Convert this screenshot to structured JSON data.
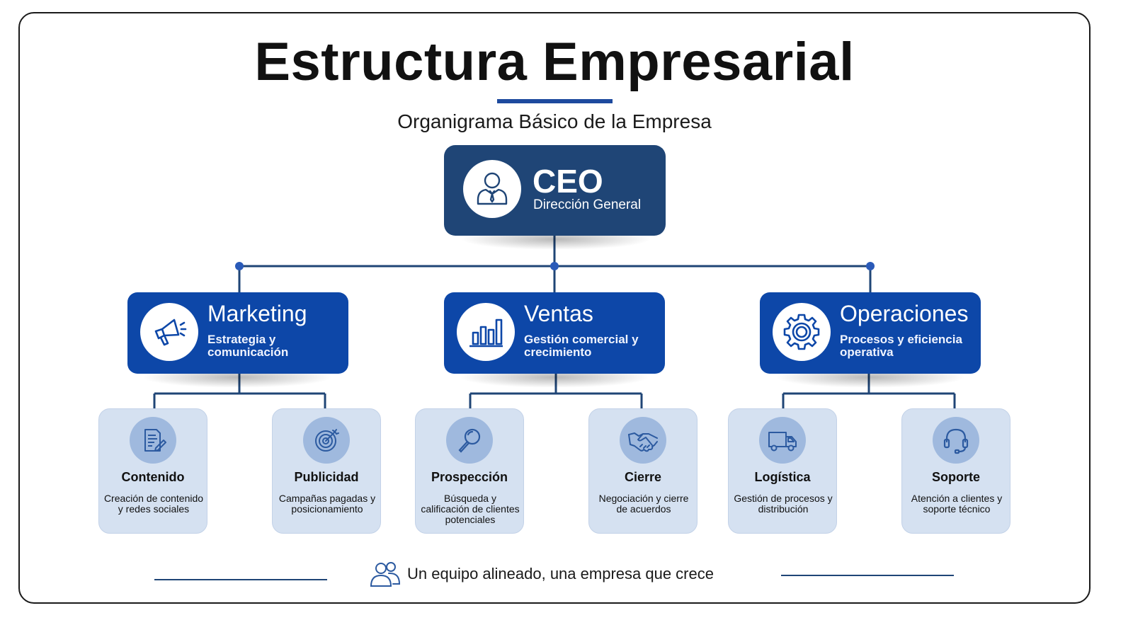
{
  "header": {
    "title": "Estructura Empresarial",
    "subtitle": "Organigrama Básico de la Empresa"
  },
  "ceo": {
    "title": "CEO",
    "subtitle": "Dirección General",
    "icon": "executive-icon"
  },
  "departments": [
    {
      "title": "Marketing",
      "subtitle": "Estrategia y comunicación",
      "icon": "megaphone-icon"
    },
    {
      "title": "Ventas",
      "subtitle": "Gestión comercial y crecimiento",
      "icon": "bar-chart-icon"
    },
    {
      "title": "Operaciones",
      "subtitle": "Procesos y eficiencia operativa",
      "icon": "gear-icon"
    }
  ],
  "subunits": [
    {
      "title": "Contenido",
      "description": "Creación de contenido y redes sociales",
      "icon": "document-edit-icon"
    },
    {
      "title": "Publicidad",
      "description": "Campañas pagadas y posicionamiento",
      "icon": "target-icon"
    },
    {
      "title": "Prospección",
      "description": "Búsqueda y calificación de clientes potenciales",
      "icon": "magnifier-icon"
    },
    {
      "title": "Cierre",
      "description": "Negociación y cierre de acuerdos",
      "icon": "handshake-icon"
    },
    {
      "title": "Logística",
      "description": "Gestión de procesos y distribución",
      "icon": "truck-icon"
    },
    {
      "title": "Soporte",
      "description": "Atención a clientes y soporte técnico",
      "icon": "headset-icon"
    }
  ],
  "footer": {
    "text": "Un equipo alineado, una empresa que crece",
    "icon": "team-icon"
  },
  "colors": {
    "ceo_box": "#1f4576",
    "department_box": "#0d47a8",
    "subunit_card": "#d5e1f1",
    "subunit_icon_bg": "#9fb9de",
    "connector": "#1f4576",
    "accent_line": "#1d4a9e"
  }
}
